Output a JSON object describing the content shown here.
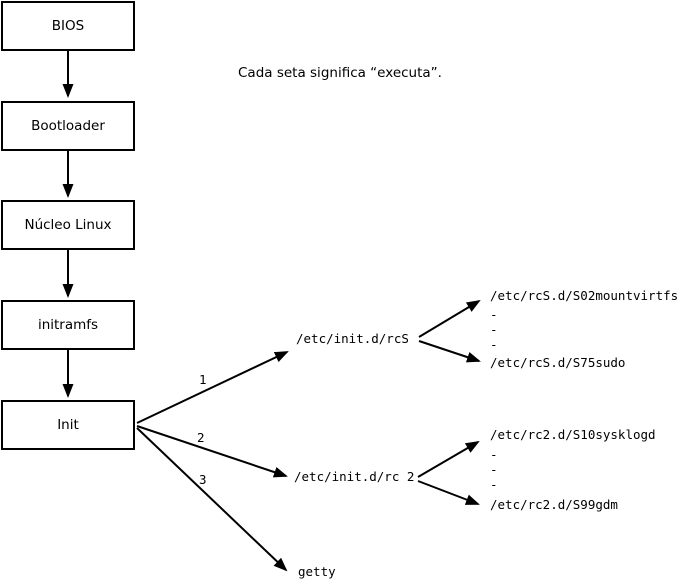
{
  "caption": "Cada seta significa “executa”.",
  "flow_boxes": [
    {
      "label": "BIOS"
    },
    {
      "label": "Bootloader"
    },
    {
      "label": "Núcleo Linux"
    },
    {
      "label": "initramfs"
    },
    {
      "label": "Init"
    }
  ],
  "init_branches": [
    {
      "number": "1",
      "target": "/etc/init.d/rcS"
    },
    {
      "number": "2",
      "target": "/etc/init.d/rc 2"
    },
    {
      "number": "3",
      "target": "getty"
    }
  ],
  "rcS_scripts": {
    "first": "/etc/rcS.d/S02mountvirtfs",
    "dots": [
      "-",
      "-",
      "-"
    ],
    "last": "/etc/rcS.d/S75sudo"
  },
  "rc2_scripts": {
    "first": "/etc/rc2.d/S10sysklogd",
    "dots": [
      "-",
      "-",
      "-"
    ],
    "last": "/etc/rc2.d/S99gdm"
  },
  "colors": {
    "foreground": "#000000",
    "background": "#ffffff"
  }
}
